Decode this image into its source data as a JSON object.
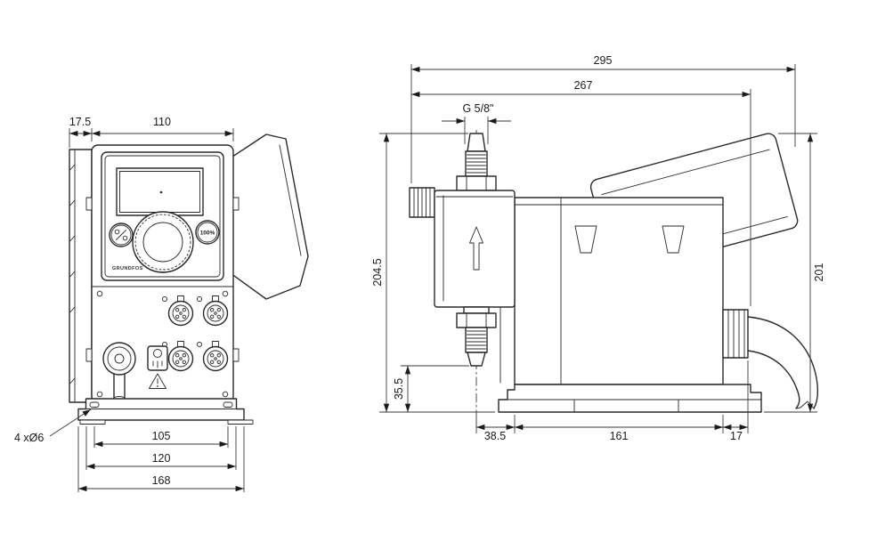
{
  "front_view": {
    "dim_plate_offset": "17.5",
    "dim_body_width": "110",
    "dim_slot_spacing": "105",
    "dim_base_mid": "120",
    "dim_base_overall": "168",
    "mount_hole_note": "4 xØ6",
    "button_100_label": "100%",
    "brand": "GRUNDFOS"
  },
  "side_view": {
    "dim_overall_length": "295",
    "dim_body_length": "267",
    "connection_thread": "G 5/8\"",
    "dim_overall_height": "204.5",
    "dim_valve_height": "35.5",
    "dim_control_height": "201",
    "dim_base_front": "38.5",
    "dim_base_mid": "161",
    "dim_base_rear": "17"
  }
}
